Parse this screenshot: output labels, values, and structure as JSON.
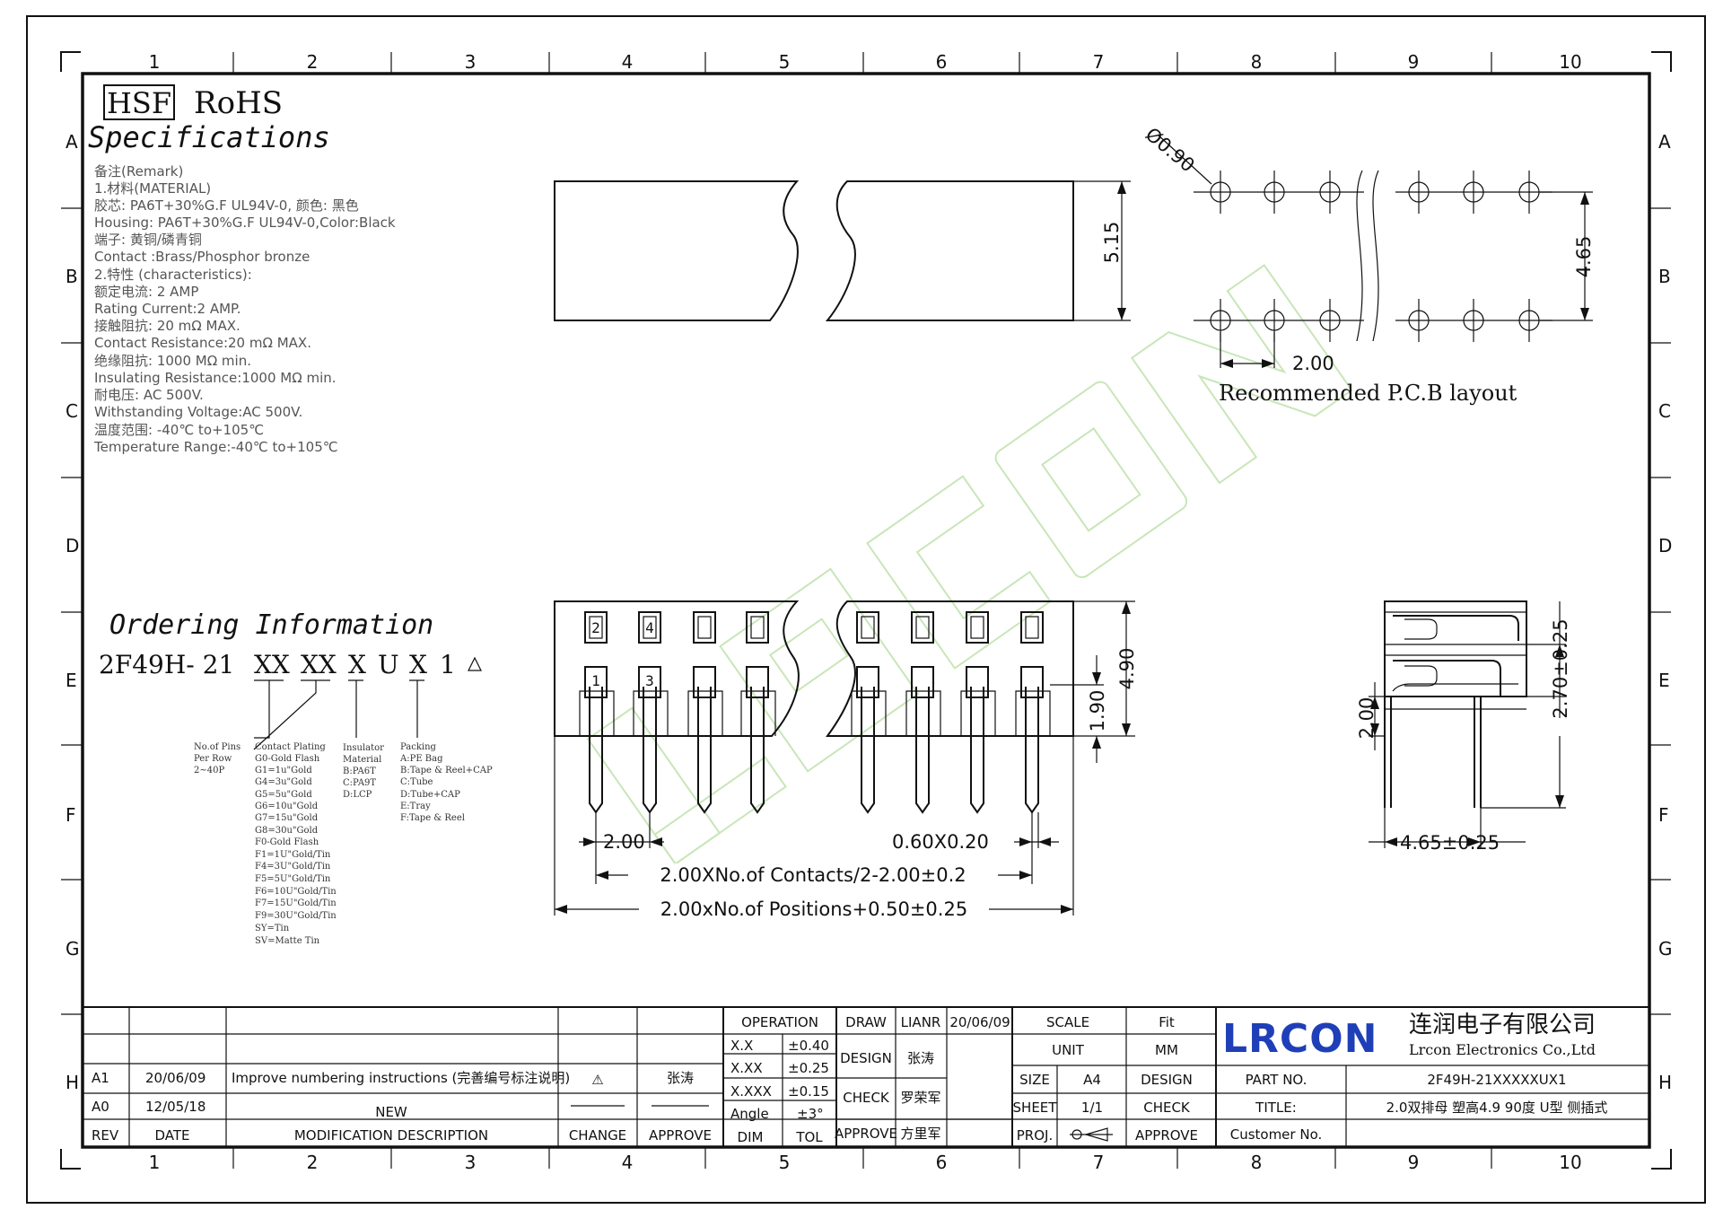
{
  "zones": {
    "columns": [
      "1",
      "2",
      "3",
      "4",
      "5",
      "6",
      "7",
      "8",
      "9",
      "10"
    ],
    "rows": [
      "A",
      "B",
      "C",
      "D",
      "E",
      "F",
      "G",
      "H"
    ]
  },
  "header": {
    "hsf": "HSF",
    "rohs": "RoHS",
    "specifications": "Specifications"
  },
  "remarks": [
    "备注(Remark)",
    "1.材料(MATERIAL)",
    "胶芯: PA6T+30%G.F UL94V-0, 颜色: 黑色",
    "Housing: PA6T+30%G.F UL94V-0,Color:Black",
    "端子: 黄铜/磷青铜",
    "Contact :Brass/Phosphor bronze",
    "2.特性 (characteristics):",
    "额定电流: 2 AMP",
    "Rating Current:2 AMP.",
    "接触阻抗: 20 mΩ MAX.",
    "Contact Resistance:20 mΩ MAX.",
    "绝缘阻抗: 1000 MΩ min.",
    "Insulating Resistance:1000 MΩ  min.",
    "耐电压: AC 500V.",
    "Withstanding Voltage:AC 500V.",
    "温度范围: -40℃ to+105℃",
    "Temperature Range:-40℃ to+105℃"
  ],
  "ordering": {
    "title": "Ordering Information",
    "prefix": "2F49H- 21",
    "codes": [
      "XX",
      "XX",
      "X",
      "U",
      "X",
      "1"
    ],
    "pins_label": [
      "No.of Pins",
      "Per Row",
      "2~40P"
    ],
    "plating_label": [
      "Contact Plating",
      "G0-Gold Flash",
      "G1=1u\"Gold",
      "G4=3u\"Gold",
      "G5=5u\"Gold",
      "G6=10u\"Gold",
      "G7=15u\"Gold",
      "G8=30u\"Gold",
      "F0-Gold Flash",
      "F1=1U\"Gold/Tin",
      "F4=3U\"Gold/Tin",
      "F5=5U\"Gold/Tin",
      "F6=10U\"Gold/Tin",
      "F7=15U\"Gold/Tin",
      "F9=30U\"Gold/Tin",
      "SY=Tin",
      "SV=Matte Tin"
    ],
    "insulator_label": [
      "Insulator",
      "Material",
      "B:PA6T",
      "C:PA9T",
      "D:LCP"
    ],
    "packing_label": [
      "Packing",
      "A:PE Bag",
      "B:Tape & Reel+CAP",
      "C:Tube",
      "D:Tube+CAP",
      "E:Tray",
      "F:Tape & Reel"
    ]
  },
  "dims": {
    "top_height": "5.15",
    "pcb_hole": "Ø0.90",
    "pcb_row": "4.65",
    "pcb_pitch": "2.00",
    "pcb_caption": "Recommended P.C.B layout",
    "front_h1": "4.90",
    "front_h2": "1.90",
    "front_pitch": "2.00",
    "pin_size": "0.60X0.20",
    "contacts_len": "2.00XNo.of Contacts/2-2.00±0.2",
    "positions_len": "2.00xNo.of Positions+0.50±0.25",
    "side_h1": "2.70±0.25",
    "side_h2": "2.00",
    "side_w": "4.65±0.25",
    "pin_labels": [
      "2",
      "4",
      "1",
      "3"
    ]
  },
  "revisions": {
    "rows": [
      {
        "rev": "A1",
        "date": "20/06/09",
        "desc": "Improve numbering instructions (完善编号标注说明)",
        "change": "⚠",
        "approve": "张涛"
      },
      {
        "rev": "A0",
        "date": "12/05/18",
        "desc": "NEW",
        "change": "",
        "approve": ""
      }
    ],
    "headers": {
      "rev": "REV",
      "date": "DATE",
      "desc": "MODIFICATION DESCRIPTION",
      "change": "CHANGE",
      "approve": "APPROVE"
    }
  },
  "tolerances": {
    "operation": "OPERATION",
    "rows": [
      {
        "dim": "X.X",
        "tol": "±0.40"
      },
      {
        "dim": "X.XX",
        "tol": "±0.25"
      },
      {
        "dim": "X.XXX",
        "tol": "±0.15"
      },
      {
        "dim": "Angle",
        "tol": "±3°"
      }
    ],
    "dim_header": "DIM",
    "tol_header": "TOL"
  },
  "signoff": {
    "draw": "DRAW",
    "draw_name": "LIANR",
    "draw_date": "20/06/09",
    "design": "DESIGN",
    "design_name": "张涛",
    "check": "CHECK",
    "check_name": "罗荣军",
    "approve": "APPROVE",
    "approve_name": "方里军"
  },
  "sheet_info": {
    "scale": "SCALE",
    "scale_val": "Fit",
    "unit": "UNIT",
    "unit_val": "MM",
    "size": "SIZE",
    "size_val": "A4",
    "sheet": "SHEET",
    "sheet_val": "1/1",
    "proj": "PROJ.",
    "design": "DESIGN",
    "check": "CHECK",
    "approve": "APPROVE"
  },
  "company": {
    "logo": "LRCON",
    "name_cn": "连润电子有限公司",
    "name_en": "Lrcon Electronics Co.,Ltd",
    "part_no_label": "PART NO.",
    "part_no": "2F49H-21XXXXXUX1",
    "title_label": "TITLE:",
    "title": "2.0双排母 塑高4.9  90度 U型  侧插式",
    "customer_label": "Customer No."
  },
  "colors": {
    "logo_blue": "#1f3fb8",
    "watermark": "#c8e6b8",
    "line": "#111111"
  }
}
